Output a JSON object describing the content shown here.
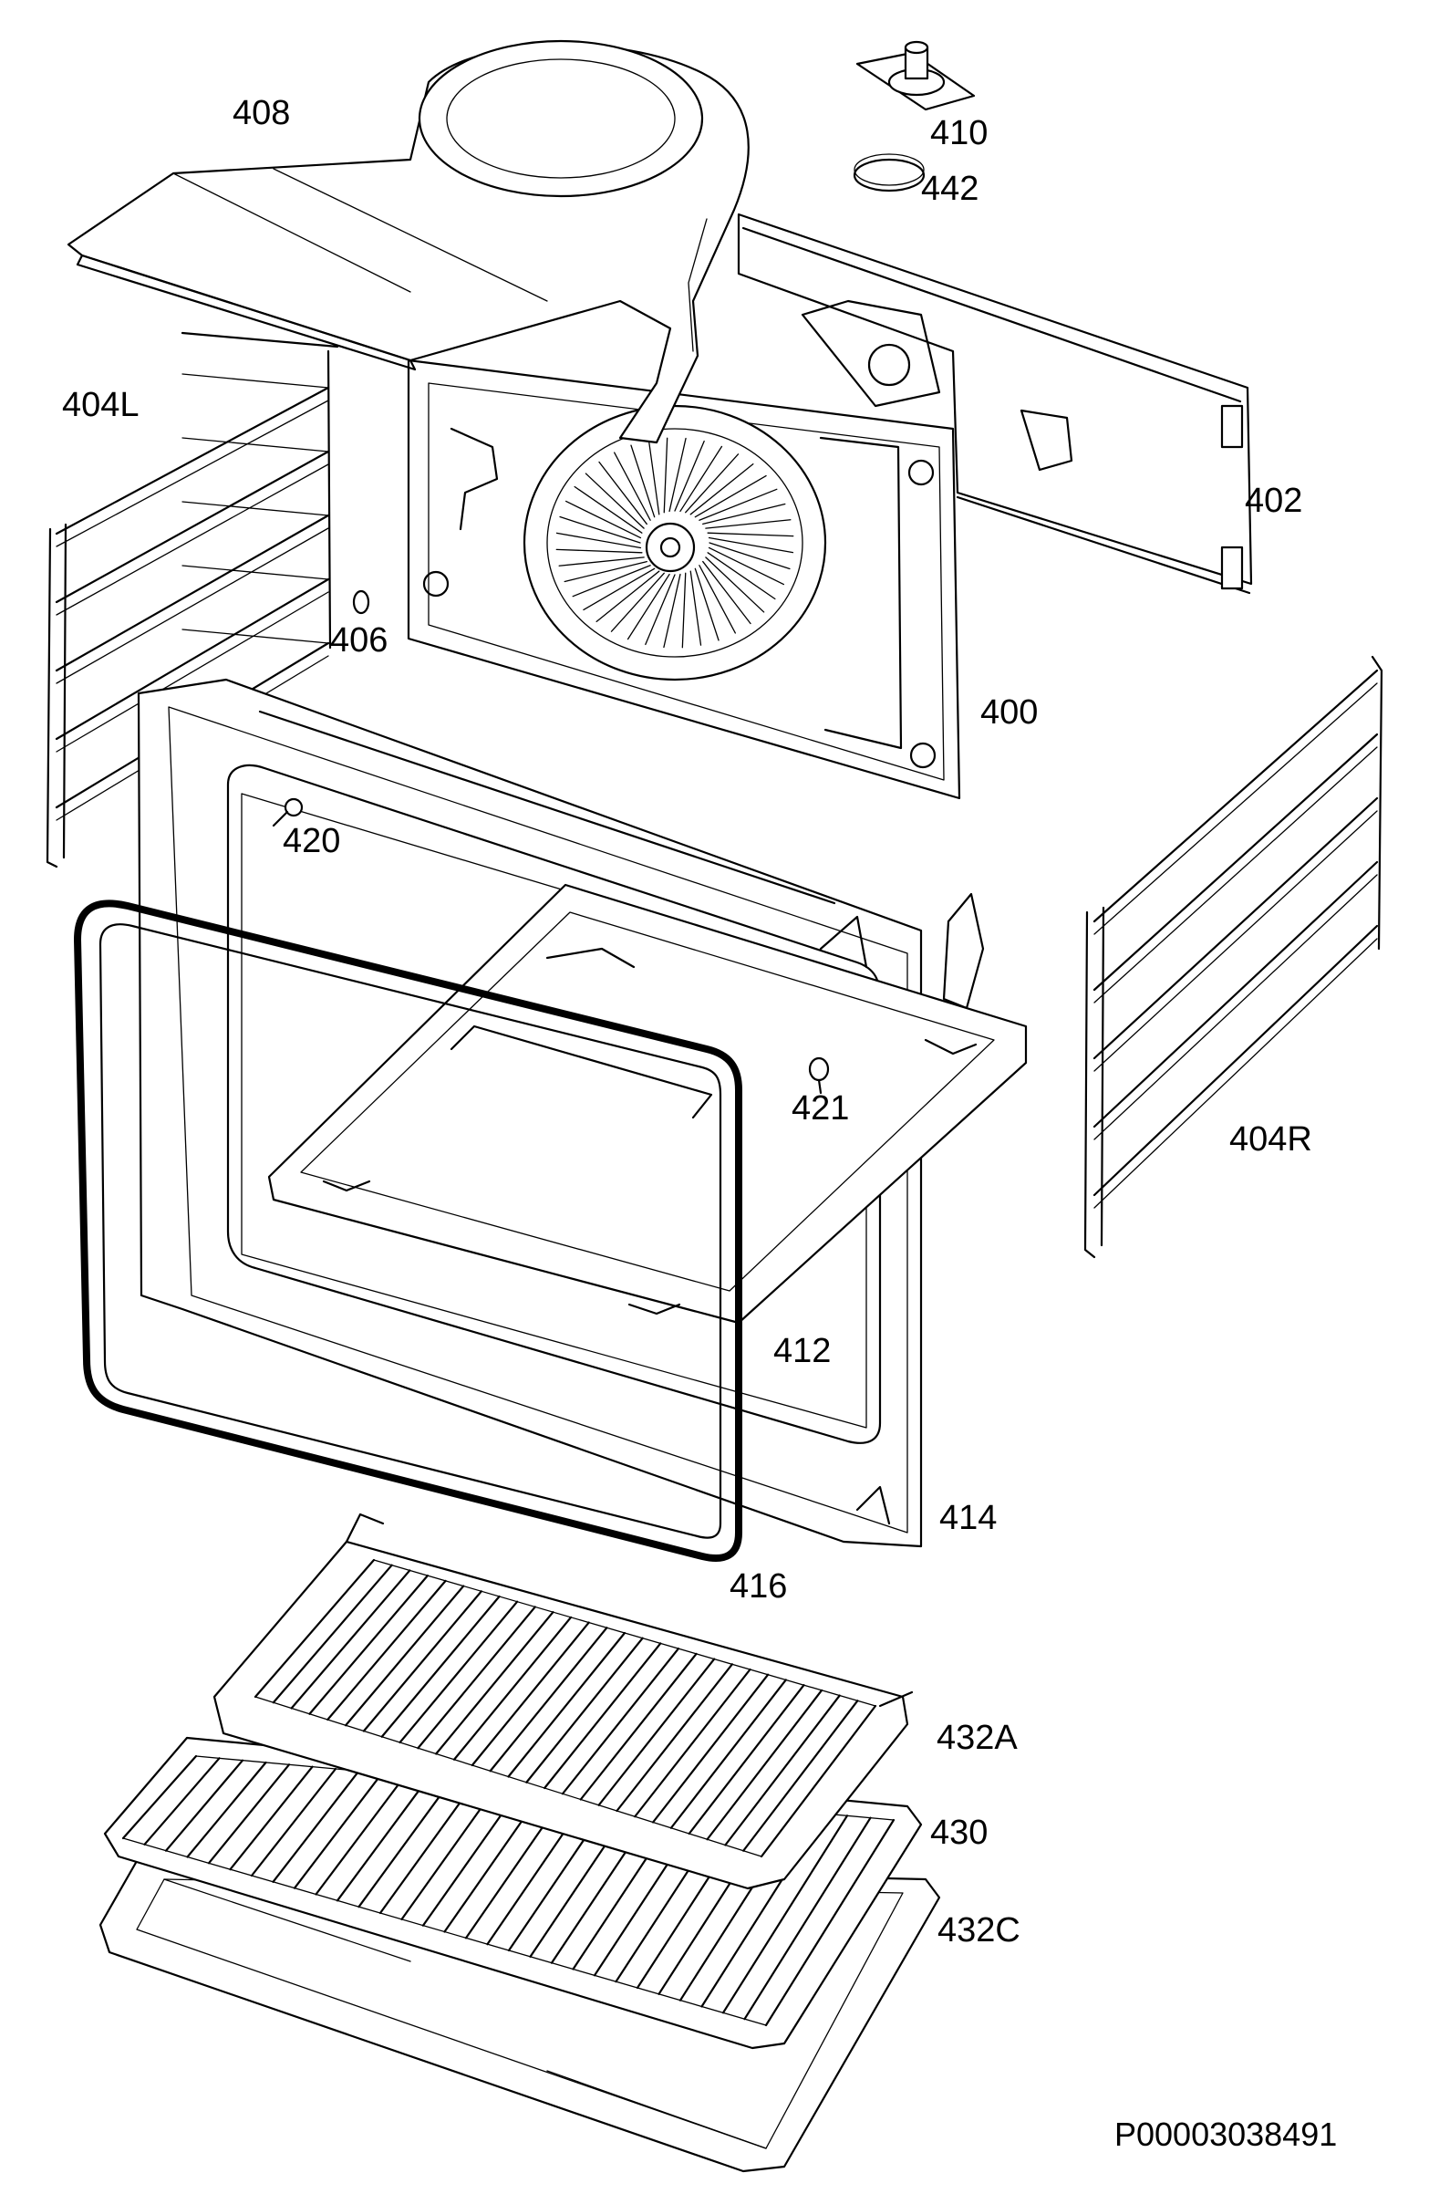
{
  "colors": {
    "background": "#ffffff",
    "lines": "#000000"
  },
  "part_labels": [
    {
      "id": "408",
      "text": "408"
    },
    {
      "id": "410",
      "text": "410"
    },
    {
      "id": "442",
      "text": "442"
    },
    {
      "id": "404L",
      "text": "404L"
    },
    {
      "id": "402",
      "text": "402"
    },
    {
      "id": "406",
      "text": "406"
    },
    {
      "id": "400",
      "text": "400"
    },
    {
      "id": "420",
      "text": "420"
    },
    {
      "id": "421",
      "text": "421"
    },
    {
      "id": "404R",
      "text": "404R"
    },
    {
      "id": "412",
      "text": "412"
    },
    {
      "id": "414",
      "text": "414"
    },
    {
      "id": "416",
      "text": "416"
    },
    {
      "id": "432A",
      "text": "432A"
    },
    {
      "id": "430",
      "text": "430"
    },
    {
      "id": "432C",
      "text": "432C"
    }
  ],
  "document_id": "P00003038491"
}
